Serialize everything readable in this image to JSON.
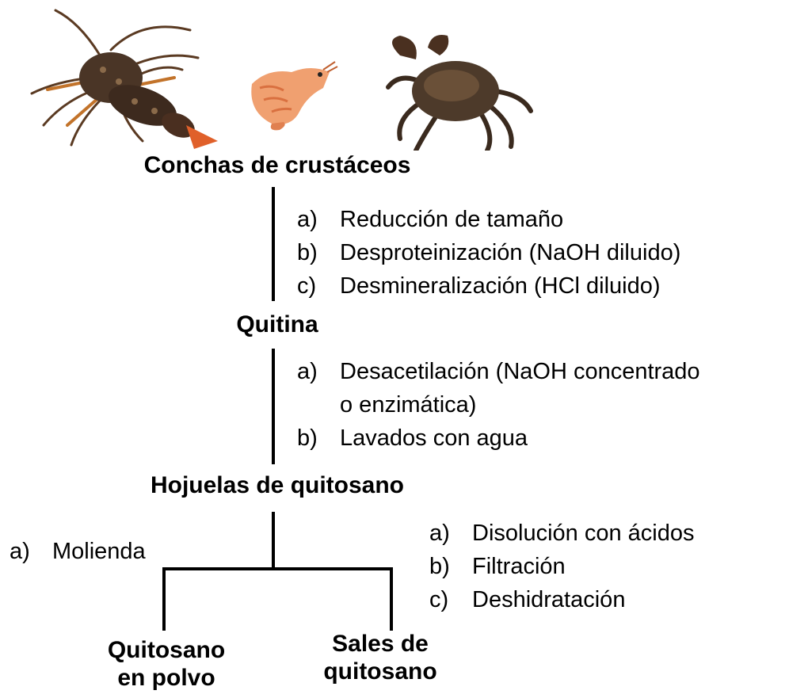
{
  "nodes": {
    "conchas": "Conchas de crustáceos",
    "quitina": "Quitina",
    "hojuelas": "Hojuelas de quitosano",
    "polvo_line1": "Quitosano",
    "polvo_line2": "en polvo",
    "sales_line1": "Sales de",
    "sales_line2": "quitosano"
  },
  "steps_shells_to_chitin": [
    {
      "marker": "a)",
      "text": "Reducción de tamaño"
    },
    {
      "marker": "b)",
      "text": "Desproteinización (NaOH diluido)"
    },
    {
      "marker": "c)",
      "text": "Desmineralización (HCl diluido)"
    }
  ],
  "steps_chitin_to_flakes": [
    {
      "marker": "a)",
      "text": "Desacetilación (NaOH concentrado",
      "continuation": "o enzimática)"
    },
    {
      "marker": "b)",
      "text": "Lavados con agua"
    }
  ],
  "steps_to_powder": [
    {
      "marker": "a)",
      "text": "Molienda"
    }
  ],
  "steps_to_salts": [
    {
      "marker": "a)",
      "text": "Disolución con ácidos"
    },
    {
      "marker": "b)",
      "text": "Filtración"
    },
    {
      "marker": "c)",
      "text": "Deshidratación"
    }
  ],
  "pictures": [
    "lobster",
    "shrimp",
    "crab"
  ]
}
